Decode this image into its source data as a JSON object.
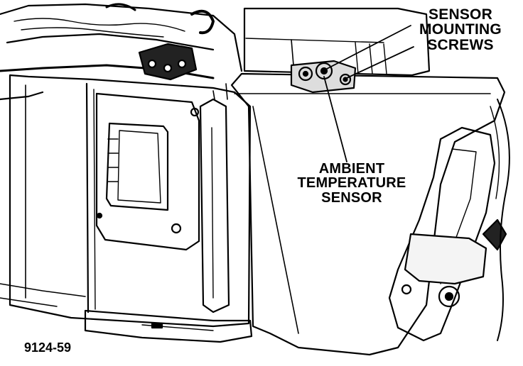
{
  "labels": {
    "screws": [
      "SENSOR",
      "MOUNTING",
      "SCREWS"
    ],
    "ambient": [
      "AMBIENT",
      "TEMPERATURE",
      "SENSOR"
    ]
  },
  "figure_id": "9124-59",
  "colors": {
    "ink": "#000000",
    "paper": "#ffffff"
  }
}
